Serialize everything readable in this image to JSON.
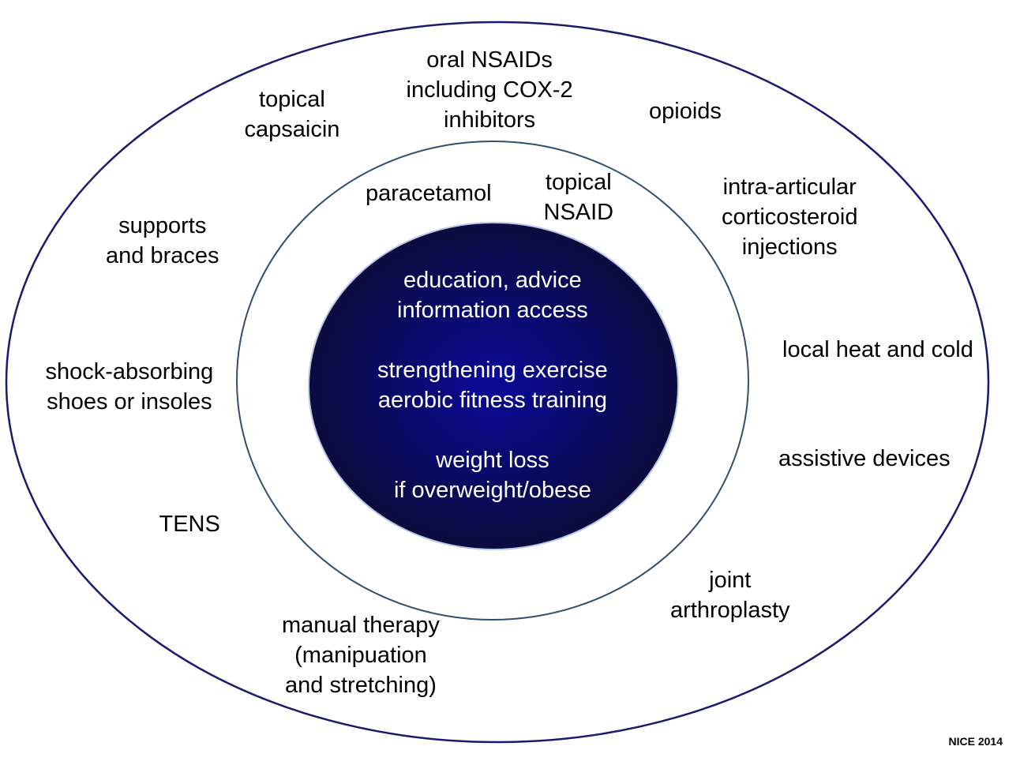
{
  "diagram": {
    "outer_ring": [
      {
        "name": "outer-item-topical-capsaicin",
        "lines": [
          "topical",
          "capsaicin"
        ]
      },
      {
        "name": "outer-item-oral-nsaids",
        "lines": [
          "oral NSAIDs",
          "including COX-2",
          "inhibitors"
        ]
      },
      {
        "name": "outer-item-opioids",
        "lines": [
          "opioids"
        ]
      },
      {
        "name": "outer-item-intra-articular",
        "lines": [
          "intra-articular",
          "corticosteroid",
          "injections"
        ]
      },
      {
        "name": "outer-item-supports-braces",
        "lines": [
          "supports",
          "and braces"
        ]
      },
      {
        "name": "outer-item-shock-absorbing",
        "lines": [
          "shock-absorbing",
          "shoes or insoles"
        ]
      },
      {
        "name": "outer-item-local-heat-cold",
        "lines": [
          "local heat and cold"
        ]
      },
      {
        "name": "outer-item-assistive-devices",
        "lines": [
          "assistive devices"
        ]
      },
      {
        "name": "outer-item-tens",
        "lines": [
          "TENS"
        ]
      },
      {
        "name": "outer-item-joint-arthroplasty",
        "lines": [
          "joint",
          "arthroplasty"
        ]
      },
      {
        "name": "outer-item-manual-therapy",
        "lines": [
          "manual therapy",
          "(manipuation",
          "and stretching)"
        ]
      }
    ],
    "middle_ring": [
      {
        "name": "middle-item-paracetamol",
        "lines": [
          "paracetamol"
        ]
      },
      {
        "name": "middle-item-topical-nsaid",
        "lines": [
          "topical",
          "NSAID"
        ]
      }
    ],
    "core": [
      {
        "name": "core-item-education",
        "lines": [
          "education, advice",
          "information access"
        ]
      },
      {
        "name": "core-item-exercise",
        "lines": [
          "strengthening exercise",
          "aerobic fitness training"
        ]
      },
      {
        "name": "core-item-weight-loss",
        "lines": [
          "weight loss",
          "if overweight/obese"
        ]
      }
    ],
    "colors": {
      "outer_stroke": "#1a1a6e",
      "middle_stroke": "#2f4f6f",
      "core_center": "#0a0a9a",
      "core_edge": "#0b0b3d",
      "core_stroke": "#b8c8e8",
      "text": "#000000",
      "core_text": "#ffffff"
    }
  },
  "footer": {
    "credit": "NICE 2014"
  }
}
